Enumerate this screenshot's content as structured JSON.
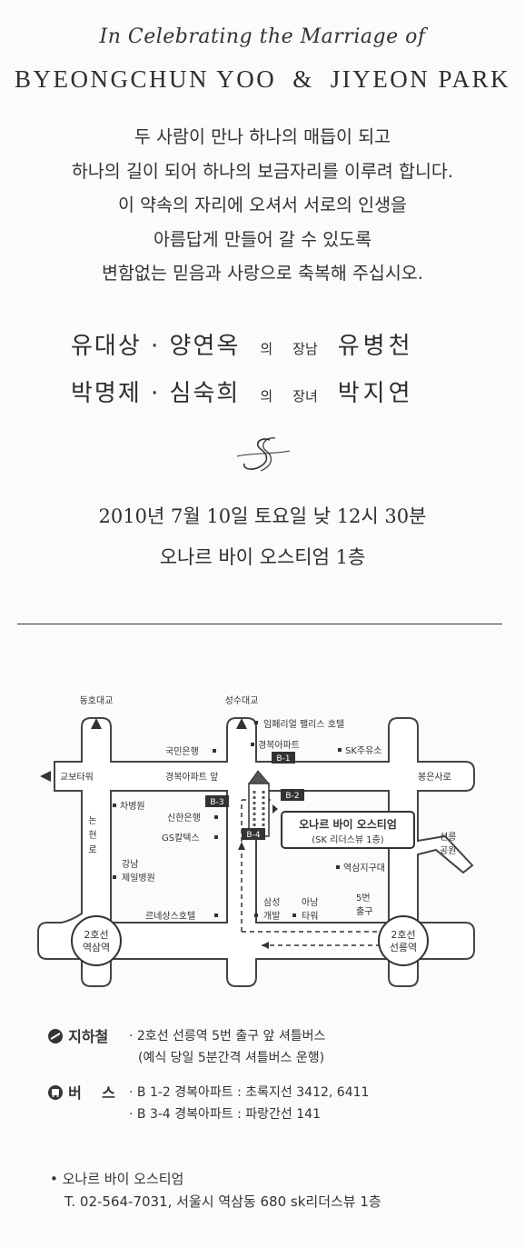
{
  "header": {
    "script_title": "In Celebrating the Marriage of",
    "groom_name": "BYEONGCHUN YOO",
    "ampersand": "&",
    "bride_name": "JIYEON PARK"
  },
  "message": [
    "두 사람이 만나 하나의 매듭이 되고",
    "하나의 길이 되어 하나의 보금자리를 이루려 합니다.",
    "이 약속의 자리에 오셔서 서로의 인생을",
    "아름답게 만들어 갈 수 있도록",
    "변함없는 믿음과 사랑으로 축복해 주십시오."
  ],
  "families": {
    "groom": {
      "parents": "유대상 · 양연옥",
      "of": "의",
      "relation": "장남",
      "name": "유병천"
    },
    "bride": {
      "parents": "박명제 · 심숙희",
      "of": "의",
      "relation": "장녀",
      "name": "박지연"
    }
  },
  "event": {
    "date": "2010년 7월 10일 토요일 낮 12시 30분",
    "venue": "오나르 바이 오스티엄 1층"
  },
  "map": {
    "top_left_road": "동호대교",
    "top_mid_road": "성수대교",
    "left_road": "교보타워",
    "right_road": "봉은사로",
    "vertical_road": [
      "논",
      "현",
      "로"
    ],
    "mid_road": "경복아파트 앞",
    "station_left": [
      "2호선",
      "역삼역"
    ],
    "station_right": [
      "2호선",
      "선릉역"
    ],
    "park": [
      "선릉",
      "공원"
    ],
    "landmarks": {
      "imperial": "임페리얼 팰리스 호텔",
      "kyungbok": "경복아파트",
      "kookmin": "국민은행",
      "sk": "SK주유소",
      "cha": "차병원",
      "shinhan": "신한은행",
      "gs": "GS칼텍스",
      "gangnam": [
        "강남",
        "제일병원"
      ],
      "renaissance": "르네상스호텔",
      "samsung": [
        "삼성",
        "개발"
      ],
      "anam": [
        "아남",
        "타워"
      ],
      "exit5": [
        "5번",
        "출구"
      ],
      "police": "역삼지구대"
    },
    "venue_name": "오나르 바이 오스티엄",
    "venue_sub": "(SK 리더스뷰 1층)",
    "stops": [
      "B-1",
      "B-2",
      "B-3",
      "B-4"
    ]
  },
  "transport": {
    "subway_label": "지하철",
    "subway_lines": [
      "· 2호선 선릉역 5번 출구 앞 셔틀버스",
      "(예식 당일 5분간격 셔틀버스 운행)"
    ],
    "bus_label": "버    스",
    "bus_lines": [
      "· B 1-2 경복아파트 : 초록지선 3412, 6411",
      "· B 3-4 경복아파트 : 파랑간선 141"
    ]
  },
  "contact": {
    "name": "• 오나르 바이 오스티엄",
    "details": "T. 02-564-7031, 서울시 역삼동 680 sk리더스뷰 1층"
  }
}
